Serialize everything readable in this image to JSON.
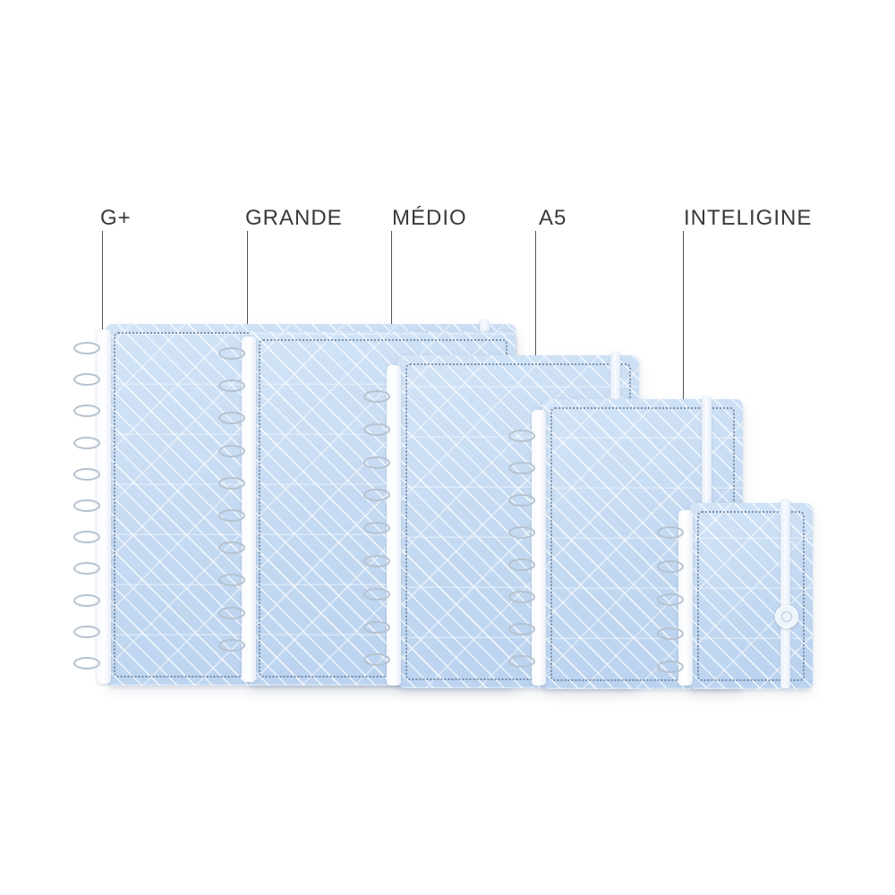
{
  "labels": {
    "g_plus": "G+",
    "grande": "GRANDE",
    "medio": "MÉDIO",
    "a5": "A5",
    "inteligine": "INTELIGINE"
  },
  "colors": {
    "background": "#ffffff",
    "cover": "#c6dbf2",
    "label_text": "#3a3a3a",
    "rings": "#b6c2cf"
  },
  "notebooks": [
    {
      "size": "G+",
      "ring_count": 11
    },
    {
      "size": "GRANDE",
      "ring_count": 10
    },
    {
      "size": "MÉDIO",
      "ring_count": 9
    },
    {
      "size": "A5",
      "ring_count": 8
    },
    {
      "size": "INTELIGINE",
      "ring_count": 5
    }
  ]
}
